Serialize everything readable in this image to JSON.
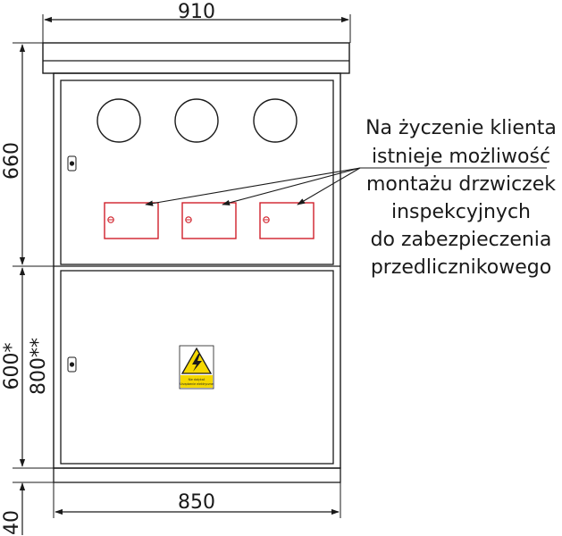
{
  "dimensions": {
    "top_width": "910",
    "bottom_width": "850",
    "upper_height": "660",
    "lower_height_a": "600*",
    "lower_height_b": "800**",
    "base_height": "40"
  },
  "note_lines": [
    "Na życzenie klienta",
    "istnieje możliwość",
    "montażu drzwiczek",
    "inspekcyjnych",
    "do zabezpieczenia",
    "przedlicznikowego"
  ],
  "warning_sign": {
    "icon": "high-voltage-icon",
    "text_line_1": "Nie dotykać",
    "text_line_2": "Urządzenie elektryczne"
  },
  "colors": {
    "line": "#1a1a1a",
    "inspection_door": "#d0202a",
    "sign_yellow": "#f5d800",
    "sign_bg": "#ffffff"
  }
}
